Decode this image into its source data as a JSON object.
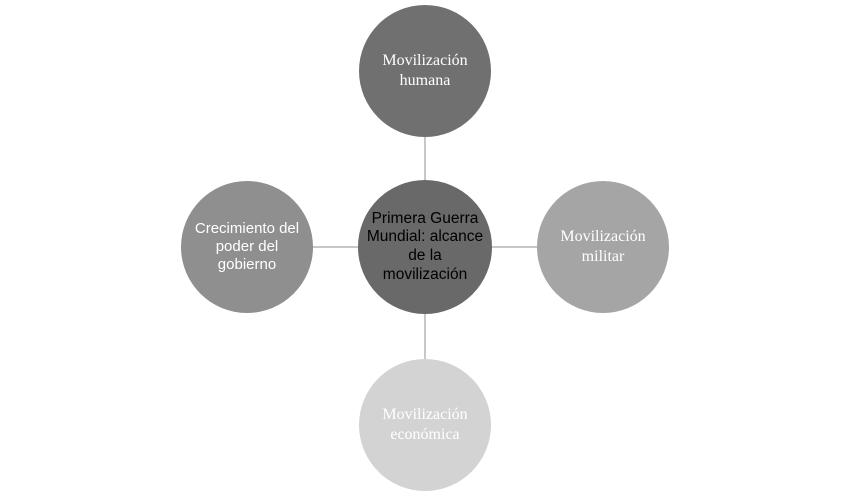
{
  "diagram": {
    "center": {
      "label": "Primera Guerra Mundial: alcance de la movilización",
      "color": "#696969"
    },
    "top": {
      "label": "Movilización humana",
      "color": "#707070"
    },
    "right": {
      "label": "Movilización militar",
      "color": "#a5a5a5"
    },
    "bottom": {
      "label": "Movilización económica",
      "color": "#d3d3d3"
    },
    "left": {
      "label": "Crecimiento del poder del gobierno",
      "color": "#8f8f8f"
    },
    "connector_color": "#c8c8c8"
  }
}
